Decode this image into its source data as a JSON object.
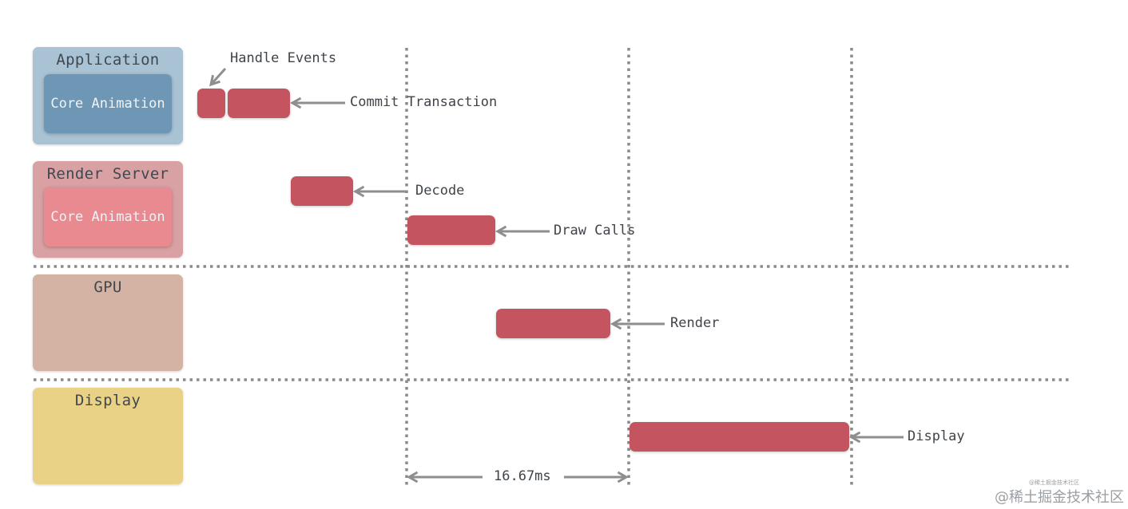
{
  "lanes": {
    "application": {
      "title": "Application",
      "inner": "Core Animation",
      "color": "#a9c3d5",
      "inner_color": "#6e97b5"
    },
    "render_server": {
      "title": "Render Server",
      "inner": "Core Animation",
      "color": "#d9a1a4",
      "inner_color": "#e88a90"
    },
    "gpu": {
      "title": "GPU",
      "color": "#d4b3a5"
    },
    "display": {
      "title": "Display",
      "color": "#e9d285"
    }
  },
  "labels": {
    "handle_events": "Handle Events",
    "commit_transaction": "Commit Transaction",
    "decode": "Decode",
    "draw_calls": "Draw Calls",
    "render": "Render",
    "display": "Display"
  },
  "frame_interval": "16.67ms",
  "bar_color": "#c4545f",
  "watermark": {
    "small": "@稀土掘金技术社区",
    "large": "@稀土掘金技术社区"
  }
}
